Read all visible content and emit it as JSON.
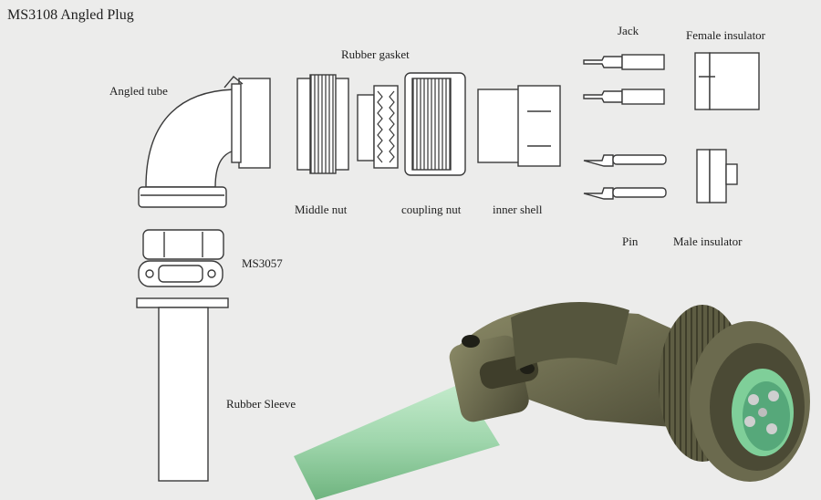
{
  "title": "MS3108 Angled Plug",
  "labels": {
    "angled_tube": "Angled tube",
    "rubber_gasket": "Rubber gasket",
    "middle_nut": "Middle nut",
    "coupling_nut": "coupling nut",
    "inner_shell": "inner shell",
    "jack": "Jack",
    "female_insulator": "Female insulator",
    "pin": "Pin",
    "male_insulator": "Male insulator",
    "ms3057": "MS3057",
    "rubber_sleeve": "Rubber Sleeve"
  },
  "colors": {
    "background": "#ececeb",
    "line": "#3a3a3a",
    "connector_body": "#6b6a4e",
    "sleeve": "#9fd6ac"
  }
}
